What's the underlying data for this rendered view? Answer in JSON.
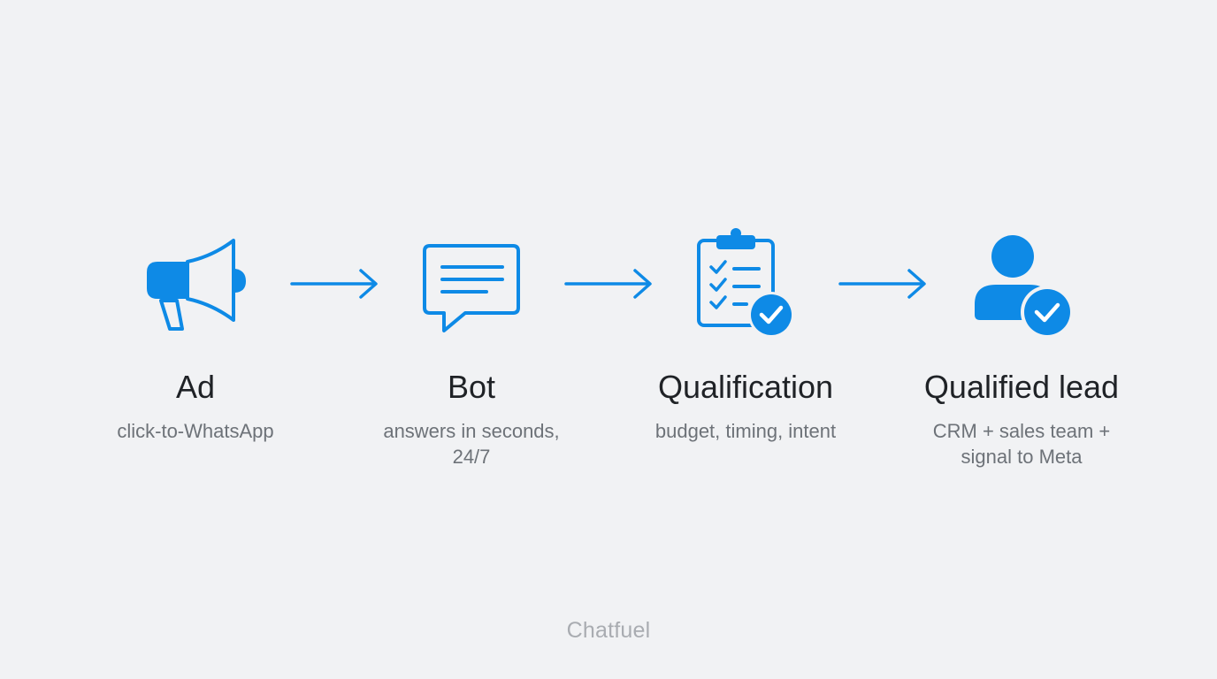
{
  "colors": {
    "background": "#f1f2f4",
    "accent": "#0e8ae6",
    "title": "#1f2226",
    "subtitle": "#6d7278",
    "brand": "#a9acb1"
  },
  "steps": [
    {
      "icon": "megaphone-icon",
      "title": "Ad",
      "subtitle": "click-to-WhatsApp"
    },
    {
      "icon": "chat-bubble-icon",
      "title": "Bot",
      "subtitle": "answers in seconds, 24/7"
    },
    {
      "icon": "checklist-clipboard-icon",
      "title": "Qualification",
      "subtitle": "budget, timing, intent"
    },
    {
      "icon": "verified-user-icon",
      "title": "Qualified lead",
      "subtitle": "CRM + sales team + signal to Meta"
    }
  ],
  "connectors": [
    "arrow-right-icon",
    "arrow-right-icon",
    "arrow-right-icon"
  ],
  "footer": {
    "brand": "Chatfuel"
  }
}
